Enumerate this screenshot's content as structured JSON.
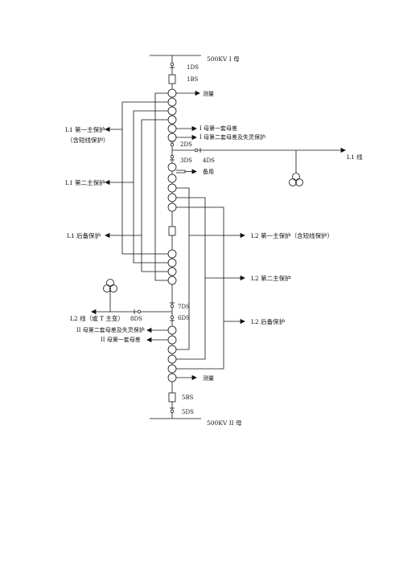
{
  "bus_top": "500KV I 母",
  "bus_bottom": "500KV II 母",
  "switches": {
    "ds1": "1DS",
    "bs1": "1BS",
    "ds2": "2DS",
    "ds3": "3DS",
    "ds4": "4DS",
    "ds7": "7DS",
    "ds6": "6DS",
    "ds8": "8DS",
    "bs5": "5BS",
    "ds5": "5DS"
  },
  "labels": {
    "measure_top": "测量",
    "bus1_diff1": "I 母第一套母差",
    "bus1_diff2": "I 母第二套母差及失灵保护",
    "spare": "备用",
    "l1_main1": "L1 第一主保护",
    "l1_main1_sub": "（含短线保护）",
    "l1_main2": "L1 第二主保护",
    "l1_backup": "L1 后备保护",
    "l1_line": "L1 线",
    "l2_main1": "L2 第一主保护（含短线保护）",
    "l2_main2": "L2 第二主保护",
    "l2_backup": "L2 后备保护",
    "l2_line": "L2 线（或 T 主变）",
    "bus2_diff2": "II 母第二套母差及失灵保护",
    "bus2_diff1": "II 母第一套母差",
    "measure_bottom": "测量"
  }
}
